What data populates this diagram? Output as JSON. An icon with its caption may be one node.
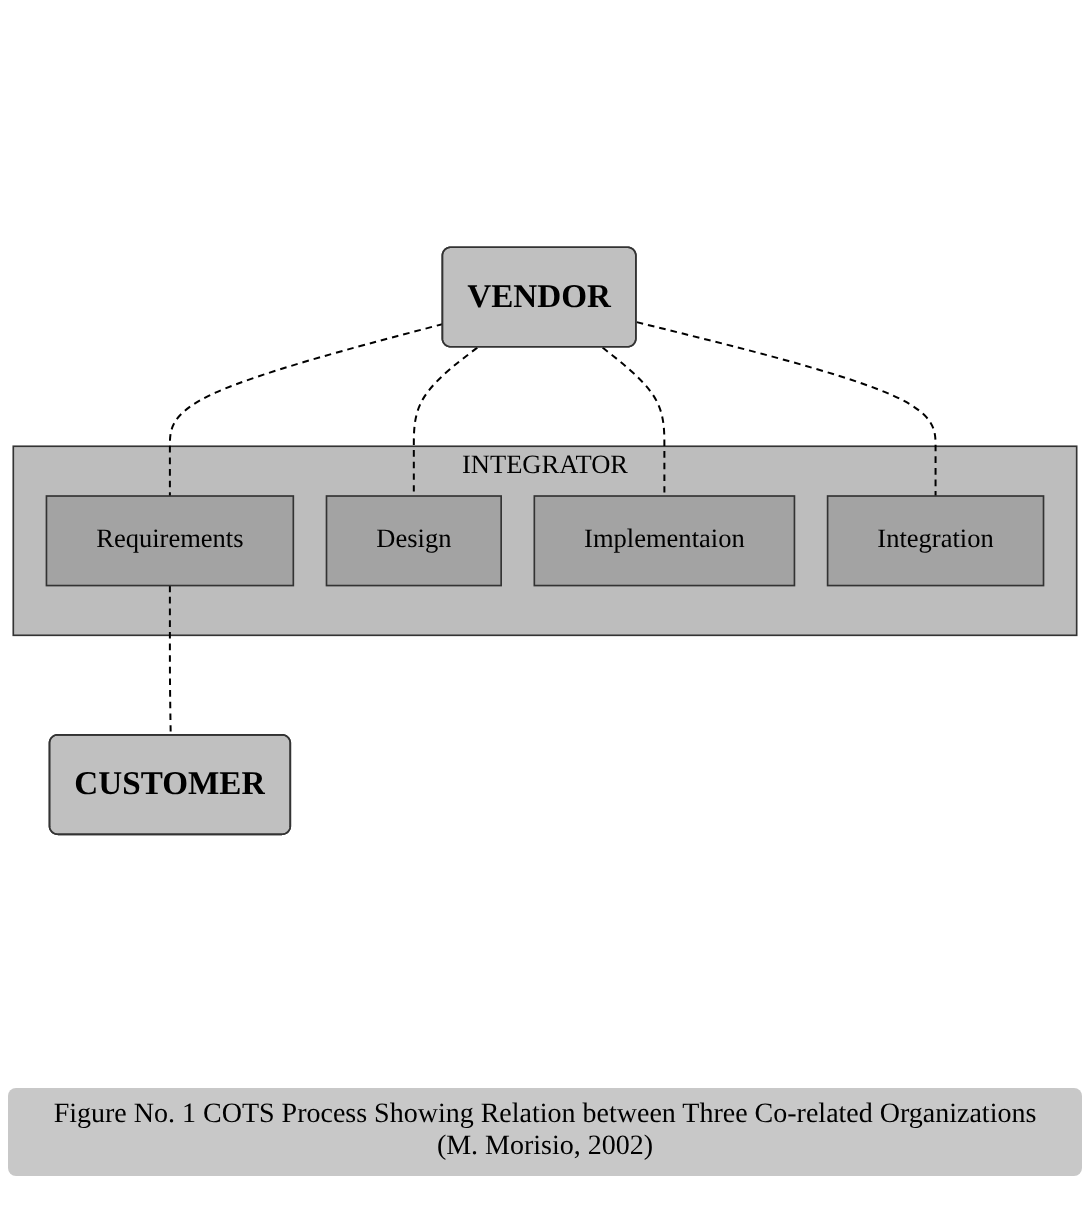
{
  "diagram": {
    "caption": "Figure No. 1 COTS Process Showing Relation between Three Co-related Organizations (M. Morisio, 2002)",
    "nodes": [
      {
        "text": [
          "VENDOR"
        ]
      },
      {
        "text": [
          "INTEGRATOR"
        ]
      },
      {
        "text": [
          "Requirements"
        ],
        "in": 1
      },
      {
        "text": [
          "Design"
        ],
        "in": 1
      },
      {
        "text": [
          "Implementaion"
        ],
        "in": 1
      },
      {
        "text": [
          "Integration"
        ],
        "in": 1
      },
      {
        "text": [
          "CUSTOMER"
        ]
      }
    ],
    "edges": [
      {
        "from": 0,
        "to": 2,
        "arrow": "none",
        "style": "dashed"
      },
      {
        "from": 0,
        "to": 3,
        "arrow": "none",
        "style": "dashed"
      },
      {
        "from": 0,
        "to": 4,
        "arrow": "none",
        "style": "dashed"
      },
      {
        "from": 0,
        "to": 5,
        "arrow": "none",
        "style": "dashed"
      },
      {
        "from": 2,
        "to": 6,
        "arrow": "none",
        "style": "dashed"
      }
    ]
  }
}
